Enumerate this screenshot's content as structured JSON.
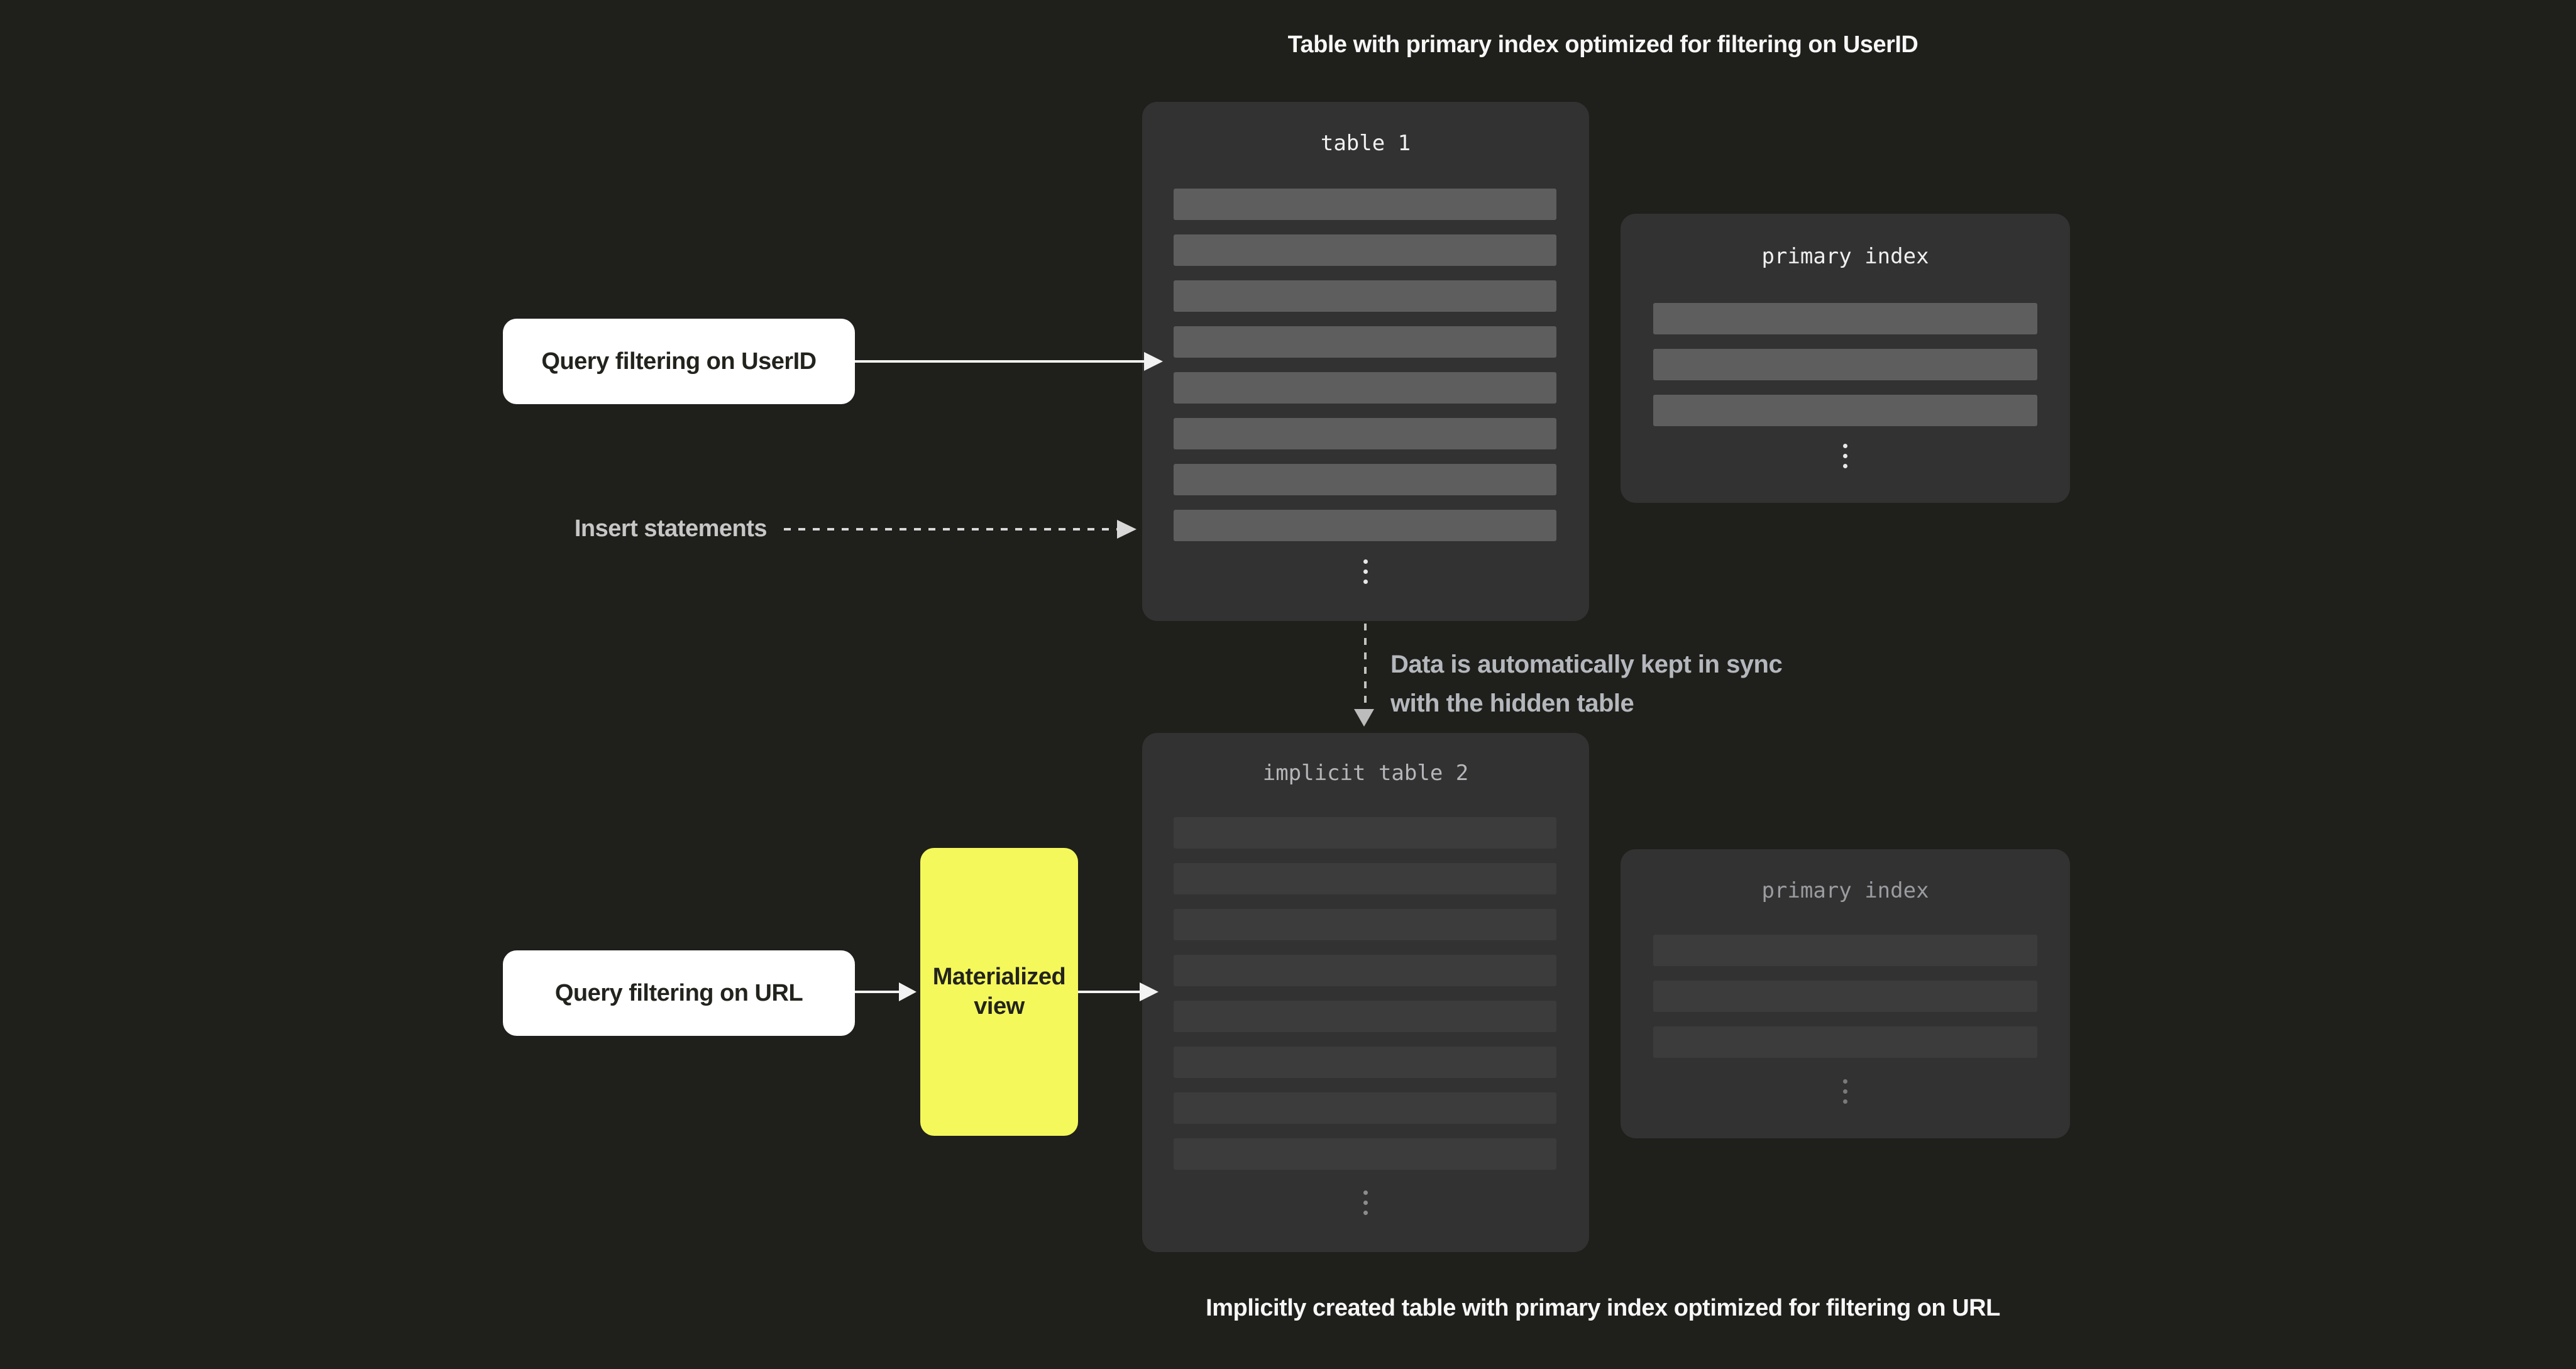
{
  "captions": {
    "top": "Table with primary index optimized for filtering on UserID",
    "bottom": "Implicitly created table with primary index optimized for filtering on URL"
  },
  "flow": {
    "query_userid_label": "Query filtering on UserID",
    "insert_statements_label": "Insert statements",
    "sync_note": "Data is automatically kept in sync\nwith the hidden table",
    "query_url_label": "Query filtering on URL",
    "materialized_view_label": "Materialized\nview"
  },
  "tables": {
    "table1": {
      "title": "table 1",
      "row_count": 8
    },
    "primary_index_top": {
      "title": "primary index",
      "row_count": 3
    },
    "implicit_table2": {
      "title": "implicit table 2",
      "row_count": 8
    },
    "primary_index_bottom": {
      "title": "primary index",
      "row_count": 3
    }
  },
  "colors": {
    "background": "#1f1f1b",
    "panel": "#323232",
    "row_bright": "#5e5e5e",
    "row_dim": "#3c3c3c",
    "accent_yellow": "#f4f85b",
    "card_white": "#ffffff",
    "text_dark": "#23231e",
    "caption_white": "#f7f7f7",
    "muted_gray": "#b4b8bd"
  }
}
